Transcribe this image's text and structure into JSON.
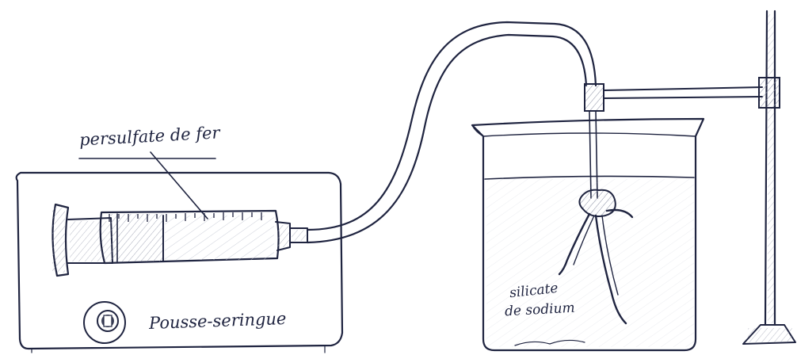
{
  "labels": {
    "syringe_content": "persulfate de fer",
    "pump": "Pousse-seringue",
    "solution_line1": "silicate",
    "solution_line2": "de sodium"
  },
  "colors": {
    "ink": "#1f2440",
    "shade": "#8a8fa3"
  }
}
